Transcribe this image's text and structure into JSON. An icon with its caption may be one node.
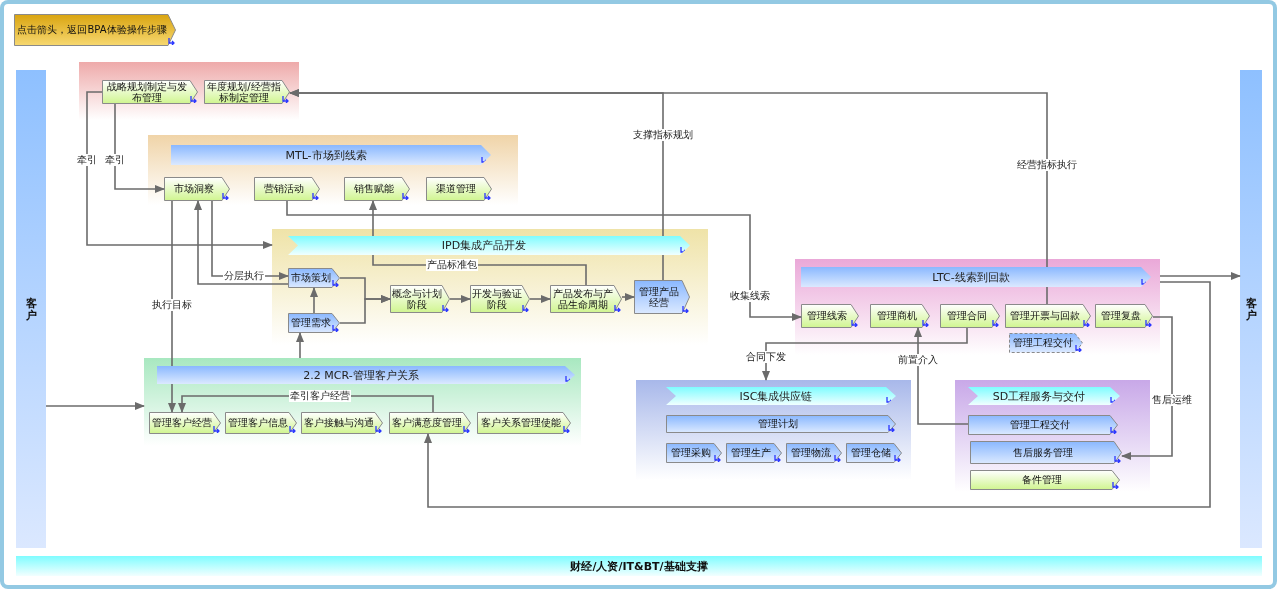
{
  "diagram": {
    "nodes": [
      {
        "text": [
          "点击箭头，返回BPA体验操作步骤"
        ]
      },
      {
        "text": [
          "客户"
        ]
      },
      {
        "text": [
          "客户"
        ]
      },
      {
        "text": [],
        "shape": "box"
      },
      {
        "text": [
          "战略规划制定与发布管理"
        ],
        "in": 3
      },
      {
        "text": [
          "年度规划/经营指标制定管理"
        ],
        "in": 3
      },
      {
        "text": [
          "MTL-市场到线索"
        ]
      },
      {
        "text": [
          "市场洞察"
        ],
        "in": 6
      },
      {
        "text": [
          "营销活动"
        ],
        "in": 6
      },
      {
        "text": [
          "销售赋能"
        ],
        "in": 6
      },
      {
        "text": [
          "渠道管理"
        ],
        "in": 6
      },
      {
        "text": [
          "IPD集成产品开发"
        ]
      },
      {
        "text": [
          "市场策划"
        ],
        "in": 11
      },
      {
        "text": [
          "管理需求"
        ],
        "in": 11
      },
      {
        "text": [
          "概念与计划阶段"
        ],
        "in": 11
      },
      {
        "text": [
          "开发与验证阶段"
        ],
        "in": 11
      },
      {
        "text": [
          "产品发布与产品生命周期"
        ],
        "in": 11
      },
      {
        "text": [
          "管理产品经营"
        ],
        "in": 11
      },
      {
        "text": [
          "2.2 MCR-管理客户关系"
        ]
      },
      {
        "text": [
          "管理客户经营"
        ],
        "in": 18
      },
      {
        "text": [
          "管理客户信息"
        ],
        "in": 18
      },
      {
        "text": [
          "客户接触与沟通"
        ],
        "in": 18
      },
      {
        "text": [
          "客户满意度管理"
        ],
        "in": 18
      },
      {
        "text": [
          "客户关系管理使能"
        ],
        "in": 18
      },
      {
        "text": [
          "LTC-线索到回款"
        ]
      },
      {
        "text": [
          "管理线索"
        ],
        "in": 24
      },
      {
        "text": [
          "管理商机"
        ],
        "in": 24
      },
      {
        "text": [
          "管理合同"
        ],
        "in": 24
      },
      {
        "text": [
          "管理开票与回款"
        ],
        "in": 24
      },
      {
        "text": [
          "管理复盘"
        ],
        "in": 24
      },
      {
        "text": [
          "管理工程交付"
        ],
        "in": 24
      },
      {
        "text": [
          "ISC集成供应链"
        ]
      },
      {
        "text": [
          "管理计划"
        ],
        "in": 31
      },
      {
        "text": [
          "管理采购"
        ],
        "in": 31
      },
      {
        "text": [
          "管理生产"
        ],
        "in": 31
      },
      {
        "text": [
          "管理物流"
        ],
        "in": 31
      },
      {
        "text": [
          "管理仓储"
        ],
        "in": 31
      },
      {
        "text": [
          "SD工程服务与交付"
        ]
      },
      {
        "text": [
          "管理工程交付"
        ],
        "in": 37
      },
      {
        "text": [
          "售后服务管理"
        ],
        "in": 37
      },
      {
        "text": [
          "备件管理"
        ],
        "in": 37
      },
      {
        "text": [
          "财经/人资/IT&BT/基础支撑"
        ]
      }
    ],
    "edges": [
      {
        "from": 28,
        "to": 5,
        "arrow": "to",
        "label": "经营指标执行"
      },
      {
        "from": 17,
        "to": 5,
        "arrow": "to",
        "label": "支撑指标规划"
      },
      {
        "from": 4,
        "to": 7,
        "arrow": "to",
        "label": "牵引"
      },
      {
        "from": 4,
        "to": 11,
        "arrow": "to",
        "label": "牵引"
      },
      {
        "from": 7,
        "to": 12,
        "arrow": "to",
        "label": "分层执行"
      },
      {
        "from": 12,
        "to": 7,
        "arrow": "to"
      },
      {
        "from": 7,
        "to": 19,
        "arrow": "to",
        "label": "执行目标"
      },
      {
        "from": 8,
        "to": 25,
        "arrow": "to",
        "label": "收集线索"
      },
      {
        "from": 16,
        "to": 9,
        "arrow": "to",
        "label": "产品标准包"
      },
      {
        "from": 12,
        "to": 14,
        "arrow": "to"
      },
      {
        "from": 13,
        "to": 14,
        "arrow": "to"
      },
      {
        "from": 13,
        "to": 12,
        "arrow": "to"
      },
      {
        "from": 14,
        "to": 15,
        "arrow": "to"
      },
      {
        "from": 15,
        "to": 16,
        "arrow": "to"
      },
      {
        "from": 16,
        "to": 17,
        "arrow": "to"
      },
      {
        "from": 18,
        "to": 13,
        "arrow": "to"
      },
      {
        "from": 1,
        "to": 18,
        "arrow": "to"
      },
      {
        "from": 22,
        "to": 19,
        "arrow": "to",
        "label": "牵引客户经营"
      },
      {
        "from": 24,
        "to": 2,
        "arrow": "to"
      },
      {
        "from": 24,
        "to": 22,
        "arrow": "to"
      },
      {
        "from": 27,
        "to": 31,
        "arrow": "to",
        "label": "合同下发"
      },
      {
        "from": 38,
        "to": 26,
        "arrow": "to",
        "label": "前置介入"
      },
      {
        "from": 29,
        "to": 39,
        "arrow": "to",
        "label": "售后运维"
      }
    ]
  }
}
